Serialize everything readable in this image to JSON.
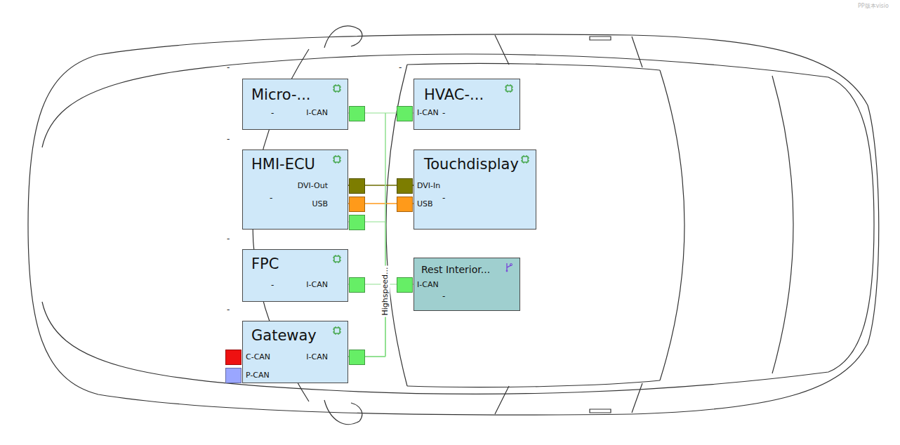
{
  "diagram": {
    "nodes": [
      {
        "text": [
          "Micro-...",
          "-",
          "I-CAN"
        ]
      },
      {
        "text": [
          "HVAC-...",
          "I-CAN",
          "-"
        ]
      },
      {
        "text": [
          "HMI-ECU",
          "-",
          "DVI-Out",
          "USB"
        ]
      },
      {
        "text": [
          "Touchdisplay",
          "DVI-In",
          "USB",
          "-"
        ]
      },
      {
        "text": [
          "FPC",
          "-",
          "I-CAN"
        ]
      },
      {
        "text": [
          "Rest Interior...",
          "I-CAN",
          "-"
        ]
      },
      {
        "text": [
          "Gateway",
          "C-CAN",
          "P-CAN",
          "I-CAN"
        ]
      }
    ],
    "edges": [
      {
        "from": 2,
        "to": 3,
        "arrow": "none"
      },
      {
        "from": 2,
        "to": 3,
        "arrow": "none"
      },
      {
        "from": 6,
        "to": 0,
        "arrow": "none"
      },
      {
        "from": 6,
        "to": 1,
        "arrow": "none"
      },
      {
        "from": 6,
        "to": 2,
        "arrow": "none"
      },
      {
        "from": 6,
        "to": 4,
        "arrow": "none",
        "label": "Highspeed..."
      },
      {
        "from": 6,
        "to": 5,
        "arrow": "none"
      }
    ],
    "labels": [
      "-",
      "-",
      "-",
      "-",
      "-",
      "PP版本visio"
    ]
  }
}
